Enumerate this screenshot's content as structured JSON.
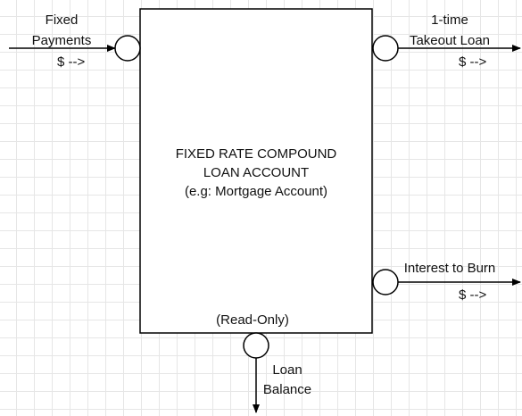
{
  "account_box": {
    "title_line1": "FIXED RATE COMPOUND",
    "title_line2": "LOAN ACCOUNT",
    "subtitle": "(e.g: Mortgage Account)",
    "bottom_note": "(Read-Only)"
  },
  "ports": {
    "fixed_payments": {
      "line1": "Fixed",
      "line2": "Payments",
      "flow": "$ -->"
    },
    "takeout_loan": {
      "line1": "1-time",
      "line2": "Takeout Loan",
      "flow": "$ -->"
    },
    "interest_to_burn": {
      "label": "Interest to Burn",
      "flow": "$ -->"
    },
    "loan_balance": {
      "line1": "Loan",
      "line2": "Balance"
    }
  },
  "colors": {
    "stroke": "#000000",
    "text": "#111111",
    "grid": "#e6e6e6"
  }
}
